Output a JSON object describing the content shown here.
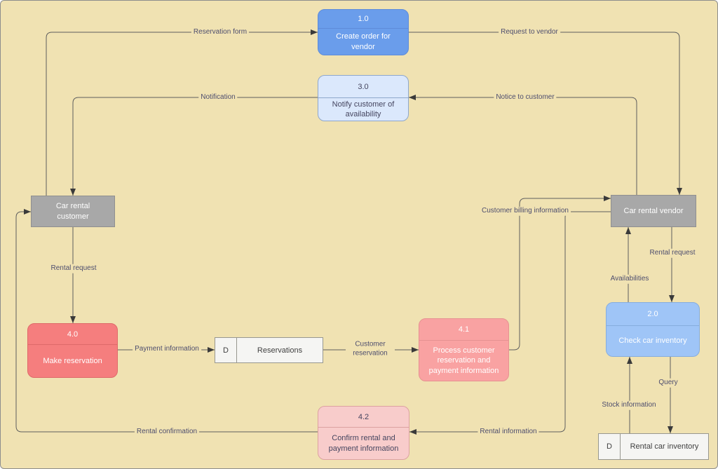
{
  "diagram": {
    "type": "data-flow-diagram",
    "background_color": "#F0E2B2",
    "connector_color": "#5E5E5E",
    "arrowhead_color": "#3A3A3A",
    "label_text_color": "#4D4D6E",
    "nodes": {
      "create_order": {
        "id": "1.0",
        "label": "Create order for vendor",
        "fill": "#6A9DEB",
        "border": "#5E8CD9",
        "text_color": "#FFFFFF"
      },
      "notify_customer": {
        "id": "3.0",
        "label": "Notify customer of availability",
        "fill": "#DBE8FC",
        "border": "#8EA7CC",
        "text_color": "#45455F"
      },
      "check_inventory": {
        "id": "2.0",
        "label": "Check car inventory",
        "fill": "#9FC5F7",
        "border": "#86ADDE",
        "text_color": "#FFFFFF"
      },
      "make_reservation": {
        "id": "4.0",
        "label": "Make reservation",
        "fill": "#F57E7E",
        "border": "#DE6A6A",
        "text_color": "#FFFFFF"
      },
      "process_reservation": {
        "id": "4.1",
        "label": "Process customer reservation and payment information",
        "fill": "#F9A2A2",
        "border": "#E69292",
        "text_color": "#FFFFFF"
      },
      "confirm_rental": {
        "id": "4.2",
        "label": "Confirm rental and payment information",
        "fill": "#F8CCCB",
        "border": "#DCA2A1",
        "text_color": "#45455F"
      },
      "customer": {
        "label": "Car rental customer",
        "fill": "#A8A8A8",
        "text_color": "#FFFFFF"
      },
      "vendor": {
        "label": "Car rental vendor",
        "fill": "#A8A8A8",
        "text_color": "#FFFFFF"
      },
      "reservations_store": {
        "prefix": "D",
        "label": "Reservations",
        "fill": "#F5F5F3"
      },
      "inventory_store": {
        "prefix": "D",
        "label": "Rental car inventory",
        "fill": "#F5F5F3"
      }
    },
    "flows": {
      "reservation_form": "Reservation form",
      "request_to_vendor": "Request to vendor",
      "notification": "Notification",
      "notice_to_customer": "Notice to customer",
      "rental_request_customer": "Rental request",
      "payment_information": "Payment information",
      "customer_reservation": "Customer reservation",
      "customer_billing_information": "Customer billing information",
      "rental_request_vendor": "Rental request",
      "availabilities": "Availabilities",
      "query": "Query",
      "stock_information": "Stock information",
      "rental_information": "Rental information",
      "rental_confirmation": "Rental confirmation"
    }
  }
}
